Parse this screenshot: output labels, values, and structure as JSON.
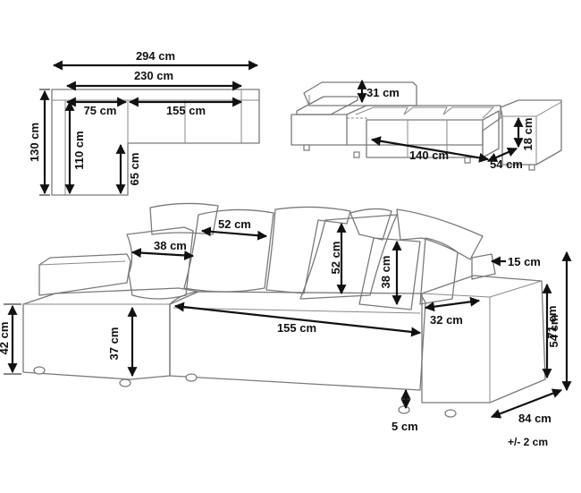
{
  "top_view": {
    "overall_width": "294 cm",
    "inner_width": "230 cm",
    "chaise_width": "75 cm",
    "sofa_width": "155 cm",
    "overall_depth": "130 cm",
    "chaise_depth": "110 cm",
    "seat_depth": "65 cm"
  },
  "bed_view": {
    "backrest_height": "31 cm",
    "bed_length": "140 cm",
    "bed_width": "54 cm",
    "storage_depth": "18 cm"
  },
  "main_view": {
    "large_cushion": "52 cm",
    "small_cushion_left": "38 cm",
    "large_cushion_height": "52 cm",
    "small_cushion_height": "38 cm",
    "armrest_height_offset": "15 cm",
    "seat_width": "155 cm",
    "armrest_width": "32 cm",
    "chaise_height": "42 cm",
    "seat_height": "37 cm",
    "arm_height": "54 cm",
    "total_height": "71 cm",
    "depth": "84 cm",
    "leg_height": "5 cm"
  },
  "tolerance": "+/- 2 cm"
}
